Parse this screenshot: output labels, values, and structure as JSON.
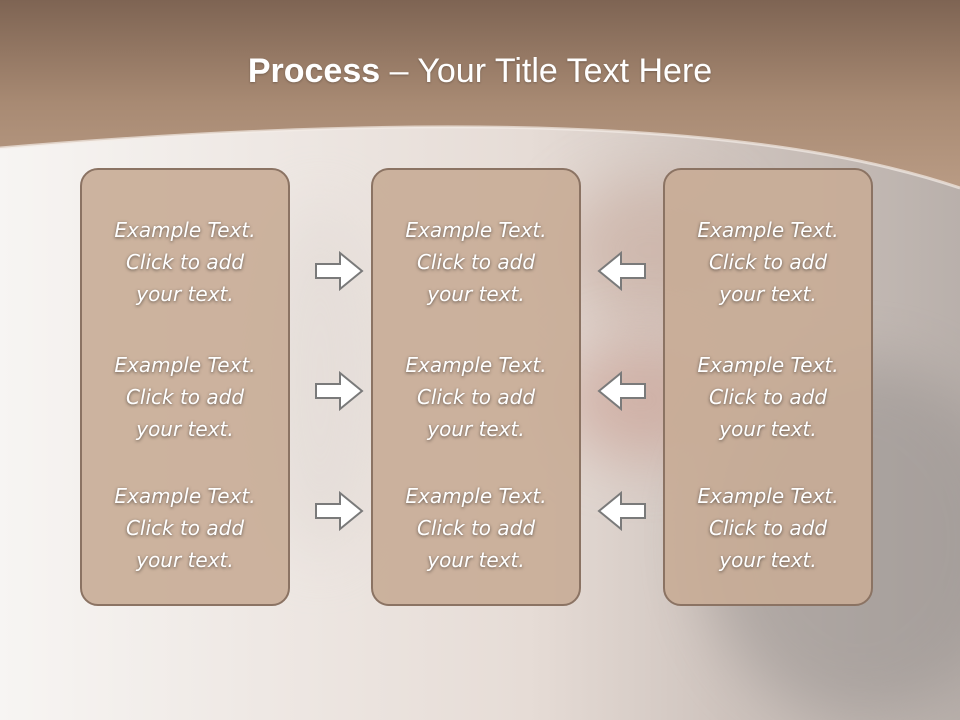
{
  "title": {
    "bold": "Process",
    "rest": " – Your Title Text Here"
  },
  "boxes": [
    {
      "items": [
        {
          "line1": "Example Text.",
          "line2": "Click  to add",
          "line3": "your text."
        },
        {
          "line1": "Example Text.",
          "line2": "Click  to add",
          "line3": "your text."
        },
        {
          "line1": "Example Text.",
          "line2": "Click  to add",
          "line3": "your text."
        }
      ]
    },
    {
      "items": [
        {
          "line1": "Example Text.",
          "line2": "Click  to add",
          "line3": "your text."
        },
        {
          "line1": "Example Text.",
          "line2": "Click  to add",
          "line3": "your text."
        },
        {
          "line1": "Example Text.",
          "line2": "Click  to add",
          "line3": "your text."
        }
      ]
    },
    {
      "items": [
        {
          "line1": "Example Text.",
          "line2": "Click  to add",
          "line3": "your text."
        },
        {
          "line1": "Example Text.",
          "line2": "Click  to add",
          "line3": "your text."
        },
        {
          "line1": "Example Text.",
          "line2": "Click  to add",
          "line3": "your text."
        }
      ]
    }
  ],
  "colors": {
    "header": "#a88a73",
    "box_fill": "#c8ac96",
    "box_border": "#8b7363",
    "arrow_fill": "#ffffff",
    "arrow_stroke": "#7a7a7a"
  },
  "icons": {
    "right_arrow": "right-arrow-icon",
    "left_arrow": "left-arrow-icon"
  }
}
